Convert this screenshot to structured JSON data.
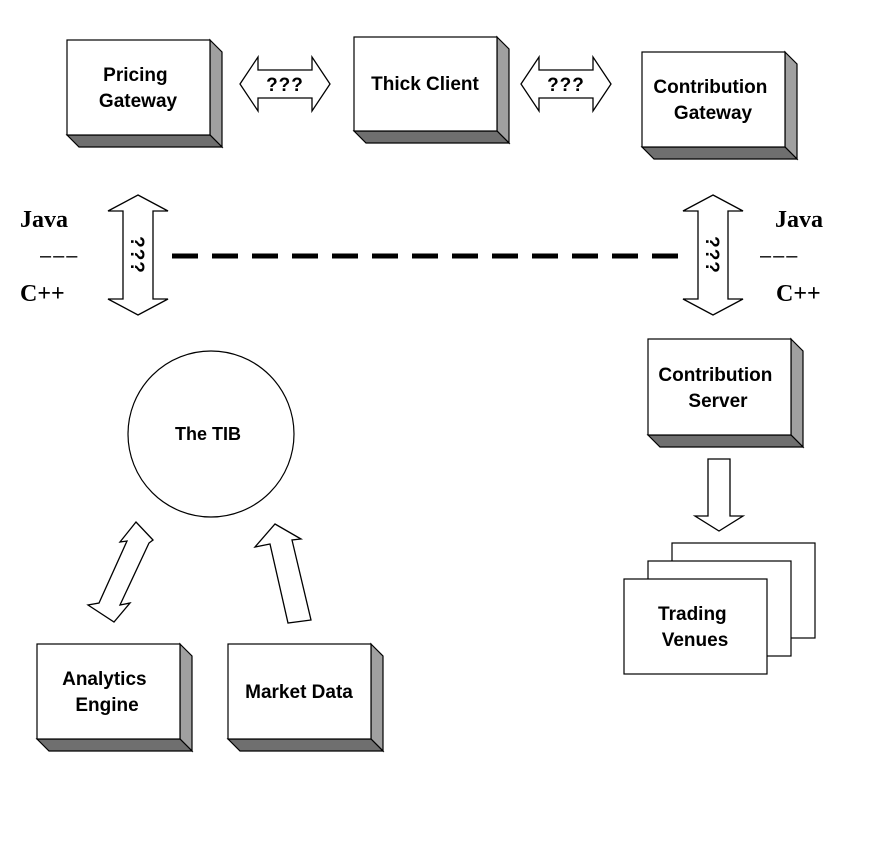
{
  "nodes": {
    "pricing_gateway": [
      "Pricing",
      "Gateway"
    ],
    "thick_client": [
      "Thick Client"
    ],
    "contribution_gateway": [
      "Contribution",
      "Gateway"
    ],
    "contribution_server": [
      "Contribution",
      "Server"
    ],
    "tib": [
      "The TIB"
    ],
    "analytics_engine": [
      "Analytics",
      "Engine"
    ],
    "market_data": [
      "Market Data"
    ],
    "trading_venues": [
      "Trading",
      "Venues"
    ]
  },
  "connectors": {
    "pricing_thick": "???",
    "thick_contribution": "???",
    "left_vertical": "???",
    "right_vertical": "???"
  },
  "boundary": {
    "left_upper": "Java",
    "left_divider": "–––",
    "left_lower": "C++",
    "right_upper": "Java",
    "right_divider": "–––",
    "right_lower": "C++"
  },
  "colors": {
    "box_side": "#a0a0a0",
    "box_bottom": "#6f6f6f",
    "line": "#000000"
  }
}
